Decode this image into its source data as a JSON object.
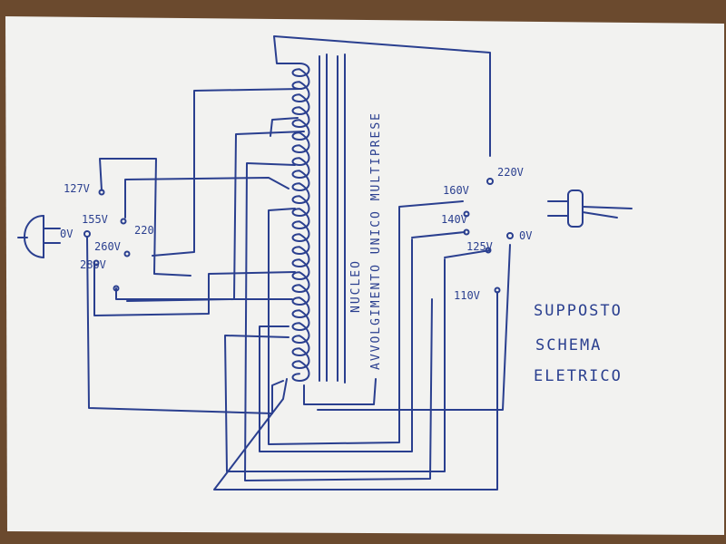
{
  "diagram": {
    "labels": {
      "v127": "127V",
      "v0_left": "0V",
      "v155": "155V",
      "v220_left": "220",
      "v260": "260V",
      "v280": "280V",
      "v220_right": "220V",
      "v160": "160V",
      "v140": "140V",
      "v125": "125V",
      "v110": "110V",
      "v0_right": "0V"
    },
    "core_label": "NUCLEO",
    "winding_label": "AVVOLGIMENTO UNICO MULTIPRESE",
    "note": [
      "SUPPOSTO",
      "SCHEMA",
      "ELETRICO"
    ]
  }
}
